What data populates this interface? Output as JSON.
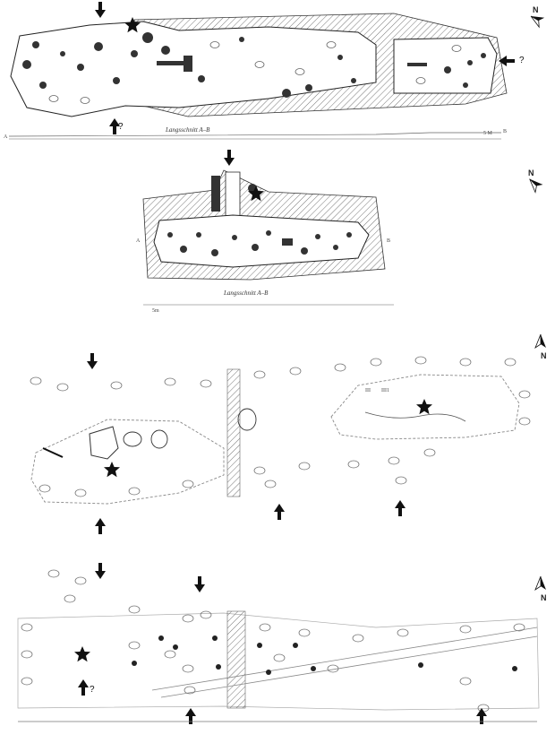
{
  "plans": [
    {
      "section_caption": "Langsschnitt A–B",
      "section_marks": [
        "A",
        "B"
      ],
      "uncertain_marks": [
        "?",
        "?"
      ],
      "north_label": "N",
      "scale_label": "5 M"
    },
    {
      "section_caption": "Langsschnitt A–B",
      "section_marks": [
        "A",
        "B"
      ],
      "north_label": "N",
      "scale_label": "5m"
    },
    {
      "north_label": "N",
      "feature_labels": [
        "III",
        "III1"
      ]
    },
    {
      "north_label": "N",
      "uncertain_marks": [
        "?"
      ]
    }
  ],
  "colors": {
    "ink": "#111111",
    "hatch": "#555555",
    "stone": "#777777",
    "line": "#9a9a9a"
  },
  "icons": [
    "down-arrow-icon",
    "up-arrow-icon",
    "left-arrow-icon",
    "star-icon",
    "north-arrow-icon"
  ]
}
